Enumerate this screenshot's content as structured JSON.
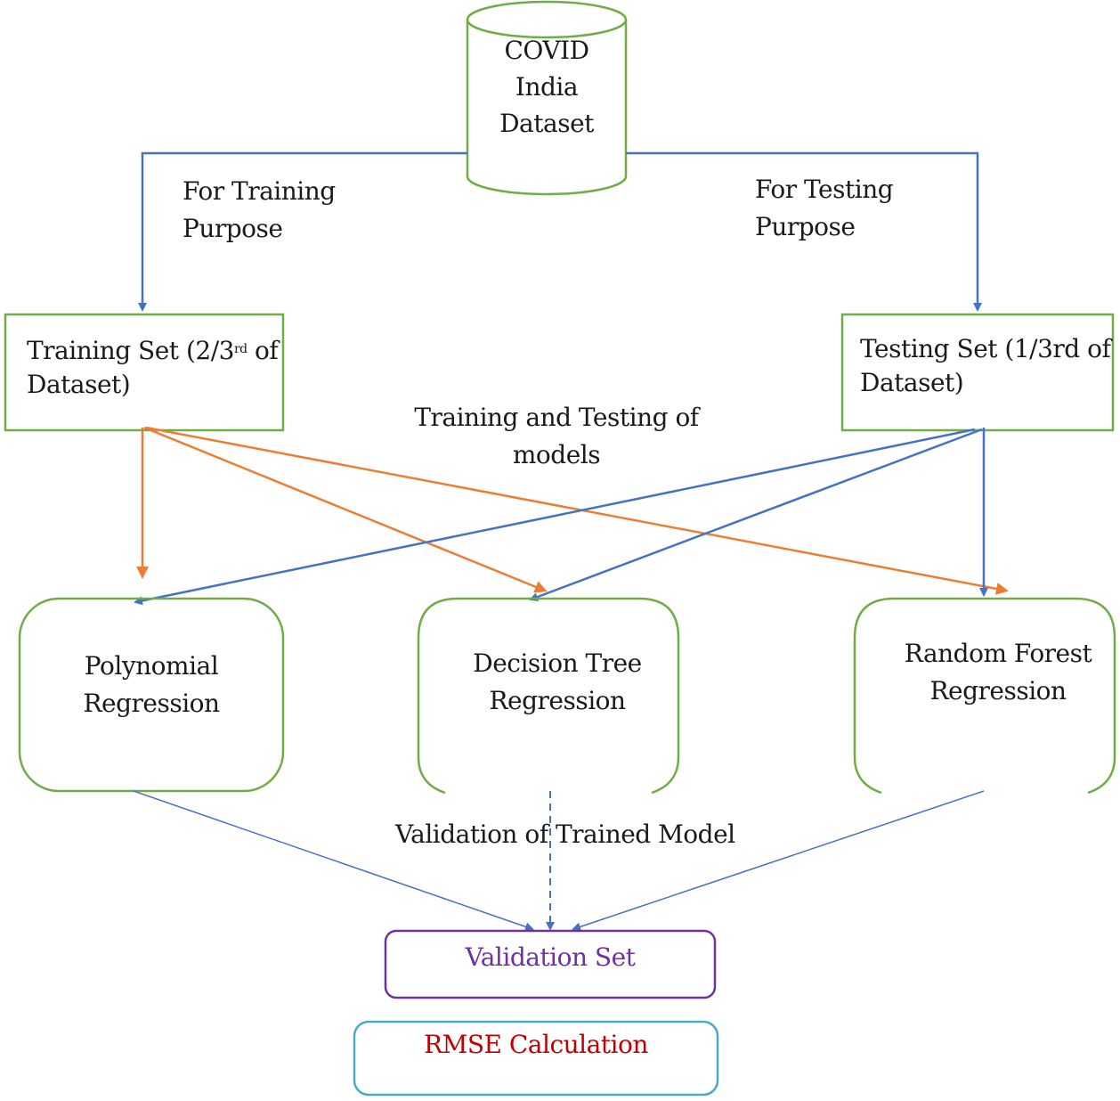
{
  "dataset": {
    "line1": "COVID",
    "line2": "India",
    "line3": "Dataset"
  },
  "edges": {
    "training_purpose": {
      "line1": "For Training",
      "line2": "Purpose"
    },
    "testing_purpose": {
      "line1": "For Testing",
      "line2": "Purpose"
    },
    "training_testing_models": {
      "line1": "Training and Testing of",
      "line2": "models"
    },
    "validation_trained_model": "Validation of Trained Model"
  },
  "training_set": {
    "prefix": "Training Set (2/3",
    "sup": "rd",
    "suffix": " of",
    "line2": "Dataset)"
  },
  "testing_set": {
    "line1": "Testing Set (1/3rd of",
    "line2": "Dataset)"
  },
  "models": [
    {
      "line1": "Polynomial",
      "line2": "Regression"
    },
    {
      "line1": "Decision Tree",
      "line2": "Regression"
    },
    {
      "line1": "Random Forest",
      "line2": "Regression"
    }
  ],
  "validation_set": "Validation Set",
  "rmse": "RMSE Calculation",
  "colors": {
    "green": "#70ad47",
    "blue": "#4472c4",
    "orange": "#ed7d31",
    "purple": "#7030a0",
    "cyan": "#4bacc6",
    "red_text": "#c00000",
    "purple_text": "#7030a0"
  }
}
